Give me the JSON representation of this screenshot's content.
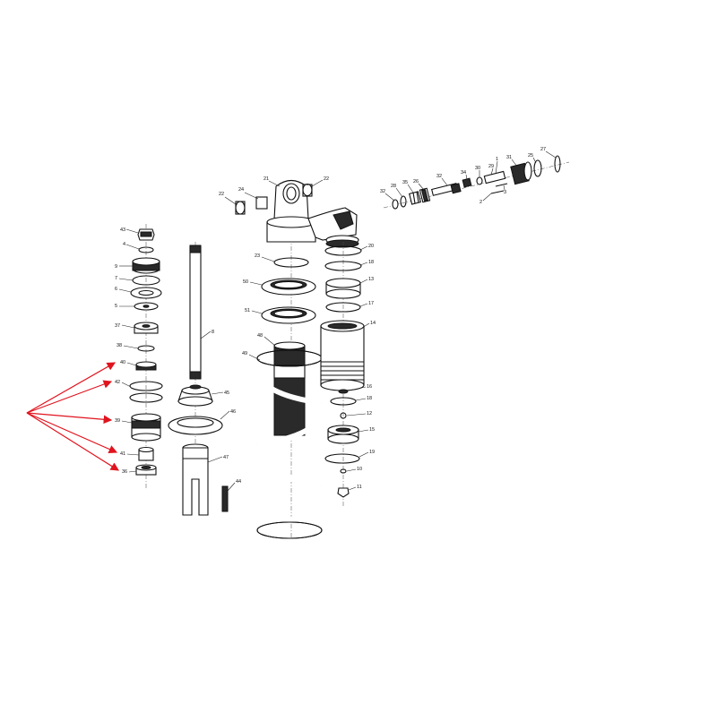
{
  "callouts": {
    "c43": "43",
    "c4": "4",
    "c9": "9",
    "c7": "7",
    "c6": "6",
    "c5": "5",
    "c37": "37",
    "c38": "38",
    "c40": "40",
    "c42": "42",
    "c39": "39",
    "c41": "41",
    "c36": "36",
    "c8": "8",
    "c45": "45",
    "c46": "46",
    "c47": "47",
    "c44": "44",
    "c22a": "22",
    "c24": "24",
    "c21": "21",
    "c22b": "22",
    "c23": "23",
    "c50": "50",
    "c51": "51",
    "c48": "48",
    "c49": "49",
    "c20": "20",
    "c18a": "18",
    "c13": "13",
    "c17": "17",
    "c14": "14",
    "c16": "16",
    "c18b": "18",
    "c12": "12",
    "c15": "15",
    "c19": "19",
    "c10": "10",
    "c11": "11",
    "c32": "32",
    "c28": "28",
    "c35": "35",
    "c26": "26",
    "c32b": "32",
    "c34": "34",
    "c30": "30",
    "c29": "29",
    "c1": "1",
    "c31": "31",
    "c25": "25",
    "c27": "27",
    "c2": "2",
    "c3": "3"
  },
  "colors": {
    "line": "#111111",
    "highlight_arrow": "#e0141e",
    "background": "#ffffff"
  }
}
